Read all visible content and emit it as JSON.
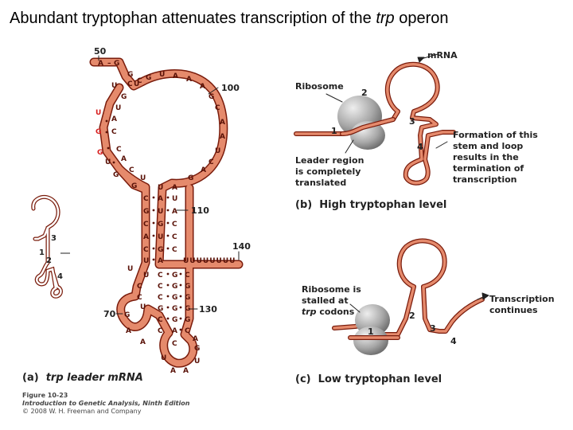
{
  "title": {
    "prefix": "Abundant tryptophan attenuates transcription of the ",
    "italic": "trp",
    "suffix": " operon"
  },
  "colors": {
    "rna_fill": "#e58a6c",
    "rna_stroke": "#7a1c0c",
    "ribosome_light": "#e6e6e6",
    "ribosome_dark": "#707070",
    "base_text": "#5a1208",
    "highlight_base": "#d81f1f"
  },
  "panel_a": {
    "label_letter": "(a)",
    "label_text": "trp leader mRNA",
    "numbers": {
      "n50": "50",
      "n100": "100",
      "n110": "110",
      "n130": "130",
      "n140": "140",
      "n70": "70"
    },
    "poly_u_tail": "UUUUUUUU",
    "mini_numbers": [
      "3",
      "1",
      "2",
      "4"
    ]
  },
  "panel_b": {
    "label_letter": "(b)",
    "label_text": "High tryptophan level",
    "mrna": "mRNA",
    "ribosome": "Ribosome",
    "leader_note": [
      "Leader region",
      "is completely",
      "translated"
    ],
    "formation_note": [
      "Formation of this",
      "stem and loop",
      "results in the",
      "termination of",
      "transcription"
    ],
    "numbers": [
      "2",
      "1",
      "3",
      "4"
    ]
  },
  "panel_c": {
    "label_letter": "(c)",
    "label_text": "Low tryptophan level",
    "stalled_note_lines": [
      "Ribosome is",
      "stalled at"
    ],
    "stalled_note_italic": "trp",
    "stalled_note_suffix": " codons",
    "continues_note": [
      "Transcription",
      "continues"
    ],
    "numbers": [
      "1",
      "2",
      "3",
      "4"
    ]
  },
  "credit": {
    "figure": "Figure 10-23",
    "book": "Introduction to Genetic Analysis, Ninth Edition",
    "copyright": "© 2008 W. H. Freeman and Company"
  }
}
